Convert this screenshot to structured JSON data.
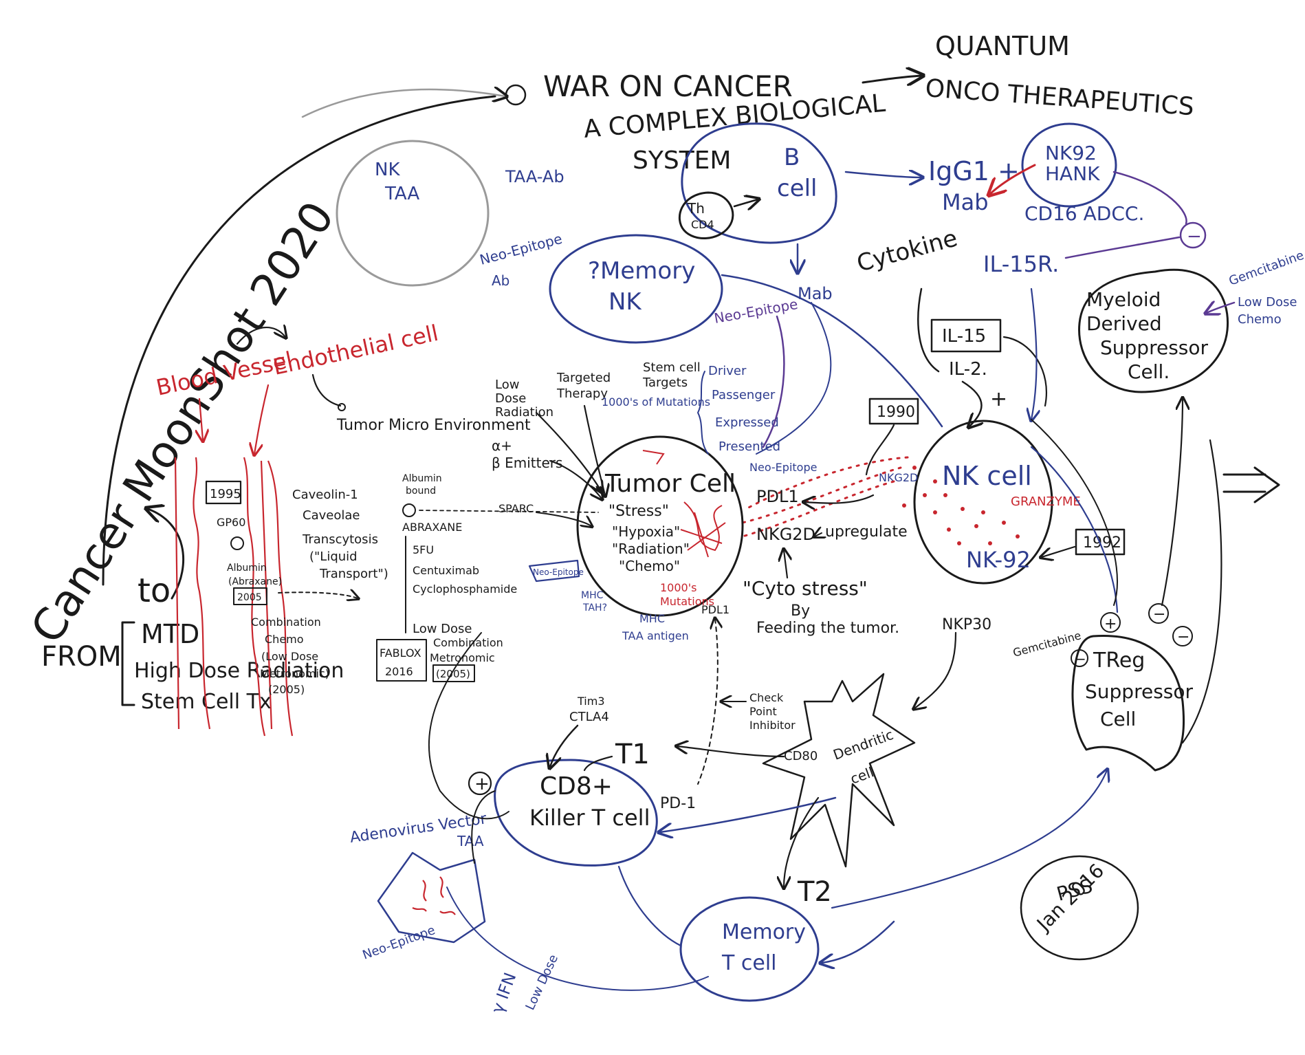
{
  "colors": {
    "black": "#1a1a1a",
    "blue": "#2e3d8f",
    "red": "#c8262e",
    "purple": "#5b3a93",
    "gray": "#9a9a9a"
  },
  "title": {
    "moonshot": "Cancer MoonShot 2020",
    "war": "WAR ON CANCER",
    "complex1": "A COMPLEX BIOLOGICAL",
    "complex2": "SYSTEM",
    "quantum1": "QUANTUM",
    "quantum2": "ONCO THERAPEUTICS"
  },
  "from_to": {
    "from": "FROM",
    "mtd": "MTD",
    "hdr": "High Dose Radiation",
    "stem": "Stem Cell Tx",
    "to": "to"
  },
  "vessel": {
    "blood_vessel": "Blood Vessel",
    "endothelial": "Endothelial cell",
    "tme": "Tumor Micro Environment",
    "y1995": "1995",
    "gp60": "GP60",
    "caveolin": "Caveolin-1",
    "caveolae": "Caveolae",
    "transcytosis": "Transcytosis",
    "liquid1": "(\"Liquid",
    "liquid2": "Transport\")",
    "albumin": "Albumin",
    "abraxane_p": "(Abraxane)",
    "y2005a": "2005",
    "combo1": "Combination",
    "combo2": "Chemo",
    "combo3": "(Low Dose",
    "combo4": "Metronomic)",
    "combo5": "(2005)"
  },
  "drugs": {
    "albumin_bound1": "Albumin",
    "albumin_bound2": "bound",
    "abraxane": "ABRAXANE",
    "fu": "5FU",
    "cent": "Centuximab",
    "cyclo": "Cyclophosphamide",
    "lowdose": "Low Dose",
    "combo_a": "Combination",
    "combo_b": "Metronomic",
    "y2005": "(2005)",
    "fablox": "FABLOX",
    "y2016": "2016",
    "sparc": "SPARC"
  },
  "tumor": {
    "label": "Tumor Cell",
    "stress": "\"Stress\"",
    "hypoxia": "\"Hypoxia\"",
    "radiation": "\"Radiation\"",
    "chemo": "\"Chemo\"",
    "mut1": "1000's",
    "mut2": "Mutations",
    "mhc": "MHC",
    "tah": "TAH?",
    "tah2": "TAA antigen",
    "neo": "Neo-Epitope",
    "pdl1": "PDL1",
    "nkg2d": "NKG2D",
    "pdl1b": "PDL1"
  },
  "treatments": {
    "low1": "Low",
    "low2": "Dose",
    "low3": "Radiation",
    "ab1": "α+",
    "ab2": "β Emitters",
    "targeted1": "Targeted",
    "targeted2": "Therapy",
    "stemcell1": "Stem cell",
    "stemcell2": "Targets",
    "mutations": "1000's of Mutations",
    "driver": "Driver",
    "passenger": "Passenger",
    "expressed": "Expressed",
    "presented": "Presented",
    "neo_epitope": "Neo-Epitope"
  },
  "cells": {
    "nk_taa1": "NK",
    "nk_taa2": "TAA",
    "taa_ab": "TAA-Ab",
    "neo_ab1": "Neo-Epitope",
    "neo_ab2": "Ab",
    "memory_nk1": "?Memory",
    "memory_nk2": "NK",
    "neo_epitope2": "Neo-Epitope",
    "bcell1": "B",
    "bcell2": "cell",
    "thelper1": "Th",
    "thelper2": "CD4",
    "igg": "IgG1 +",
    "mab": "Mab",
    "nk92a": "NK92",
    "nk92b": "HANK",
    "cd16": "CD16 ADCC.",
    "mab2": "Mab",
    "cytokine": "Cytokine",
    "il15r": "IL-15R.",
    "il15": "IL-15",
    "il2": "IL-2.",
    "plus": "+",
    "y1990": "1990",
    "nkcell": "NK cell",
    "granzyme": "GRANZYME",
    "nk92": "NK-92",
    "y1992": "1992",
    "nkg2d_r": "NKG2D",
    "upregulate": "upregulate",
    "cytostress1": "\"Cyto stress\"",
    "cytostress2": "By",
    "cytostress3": "Feeding the tumor.",
    "nkp30": "NKP30",
    "mdsc1": "Myeloid",
    "mdsc2": "Derived",
    "mdsc3": "Suppressor",
    "mdsc4": "Cell.",
    "gem1": "Gemcitabine",
    "gem2": "Low Dose",
    "gem3": "Chemo",
    "minus": "−",
    "treg1": "TReg",
    "treg2": "Suppressor",
    "treg3": "Cell",
    "gemcitabine": "Gemcitabine",
    "tim3": "Tim3",
    "ctla": "CTLA4",
    "t1": "T1",
    "cd8a": "CD8+",
    "cd8b": "Killer T cell",
    "pd1": "PD-1",
    "checkpoint1": "Check",
    "checkpoint2": "Point",
    "checkpoint3": "Inhibitor",
    "cd80": "CD80",
    "dendritic1": "Dendritic",
    "dendritic2": "cell",
    "adeno": "Adenovirus Vector",
    "taa2": "TAA",
    "neo3": "Neo-Epitope",
    "t2": "T2",
    "memory1": "Memory",
    "memory2": "T cell",
    "ifn": "γ IFN",
    "lowdose2": "Low Dose",
    "sig1": "PSS",
    "sig2": "Jan 2016"
  }
}
